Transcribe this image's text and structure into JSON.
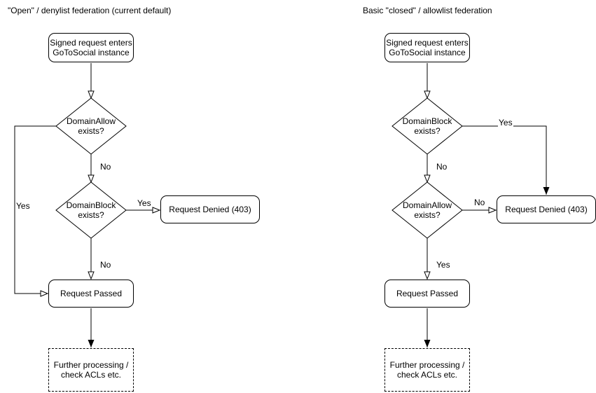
{
  "flows": {
    "left": {
      "title": "\"Open\" / denylist federation (current default)",
      "start": "Signed request enters GoToSocial instance",
      "decision1": "DomainAllow exists?",
      "decision1_no": "No",
      "decision1_yes": "Yes",
      "decision2": "DomainBlock exists?",
      "decision2_yes": "Yes",
      "decision2_no": "No",
      "denied": "Request Denied (403)",
      "passed": "Request Passed",
      "further": "Further processing / check ACLs etc."
    },
    "right": {
      "title": "Basic \"closed\" / allowlist federation",
      "start": "Signed request enters GoToSocial instance",
      "decision1": "DomainBlock exists?",
      "decision1_yes": "Yes",
      "decision1_no": "No",
      "decision2": "DomainAllow exists?",
      "decision2_no": "No",
      "decision2_yes": "Yes",
      "denied": "Request Denied (403)",
      "passed": "Request Passed",
      "further": "Further processing / check ACLs etc."
    }
  },
  "colors": {
    "stroke": "#000000",
    "node_fill": "#ffffff",
    "text": "#000000",
    "background": "#ffffff"
  }
}
